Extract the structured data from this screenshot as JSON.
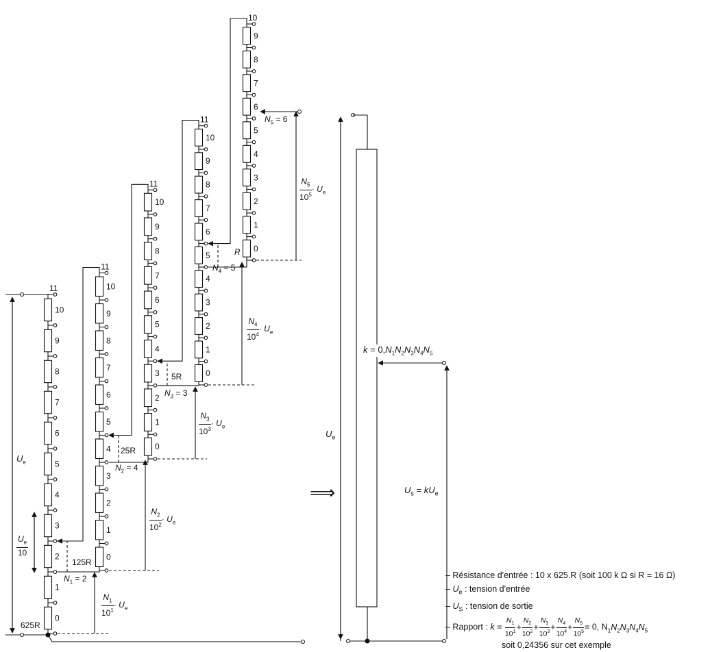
{
  "stages": [
    {
      "resistor_label": "625R",
      "top_index": "11",
      "digits": [
        "0",
        "1",
        "2",
        "3",
        "4",
        "5",
        "6",
        "7",
        "8",
        "9",
        "10"
      ],
      "selection": "N",
      "selection_sub": "1",
      "selection_value": "= 2",
      "frac_num": "N",
      "frac_num_sub": "1",
      "frac_den": "10",
      "frac_den_sup": "1",
      "ue": "U",
      "ue_sub": "e"
    },
    {
      "resistor_label": "125R",
      "top_index": "11",
      "digits": [
        "0",
        "1",
        "2",
        "3",
        "4",
        "5",
        "6",
        "7",
        "8",
        "9",
        "10"
      ],
      "selection": "N",
      "selection_sub": "2",
      "selection_value": "= 4",
      "frac_num": "N",
      "frac_num_sub": "2",
      "frac_den": "10",
      "frac_den_sup": "2",
      "ue": "U",
      "ue_sub": "e"
    },
    {
      "resistor_label": "25R",
      "top_index": "11",
      "digits": [
        "0",
        "1",
        "2",
        "3",
        "4",
        "5",
        "6",
        "7",
        "8",
        "9",
        "10"
      ],
      "selection": "N",
      "selection_sub": "3",
      "selection_value": "= 3",
      "frac_num": "N",
      "frac_num_sub": "3",
      "frac_den": "10",
      "frac_den_sup": "3",
      "ue": "U",
      "ue_sub": "e"
    },
    {
      "resistor_label": "5R",
      "top_index": "11",
      "digits": [
        "0",
        "1",
        "2",
        "3",
        "4",
        "5",
        "6",
        "7",
        "8",
        "9",
        "10"
      ],
      "selection": "N",
      "selection_sub": "4",
      "selection_value": "= 5",
      "frac_num": "N",
      "frac_num_sub": "4",
      "frac_den": "10",
      "frac_den_sup": "4",
      "ue": "U",
      "ue_sub": "e"
    },
    {
      "resistor_label": "R",
      "top_index": "10",
      "digits": [
        "0",
        "1",
        "2",
        "3",
        "4",
        "5",
        "6",
        "7",
        "8",
        "9"
      ],
      "selection": "N",
      "selection_sub": "5",
      "selection_value": "= 6",
      "frac_num": "N",
      "frac_num_sub": "5",
      "frac_den": "10",
      "frac_den_sup": "5",
      "ue": "U",
      "ue_sub": "e"
    }
  ],
  "left_ue": {
    "symbol": "U",
    "sub": "e"
  },
  "step_fraction": {
    "num": "U",
    "num_sub": "e",
    "den": "10"
  },
  "implies_symbol": "⟹",
  "right": {
    "ue": {
      "symbol": "U",
      "sub": "e"
    },
    "k_label": {
      "k": "k",
      "rest": "= 0,",
      "digits": [
        [
          "N",
          "1"
        ],
        [
          "N",
          "2"
        ],
        [
          "N",
          "3"
        ],
        [
          "N",
          "4"
        ],
        [
          "N",
          "5"
        ]
      ]
    },
    "us_label": {
      "u": "U",
      "sub": "s",
      "rest": "=",
      "k": "kU",
      "k_sub": "e"
    }
  },
  "legend": {
    "line1": "– Résistance d'entrée : 10 x 625.R (soit 100 k Ω si R = 16 Ω)",
    "line2_symbol": "U",
    "line2_sub": "e",
    "line2_text": " : tension d'entrée",
    "line3_symbol": "U",
    "line3_sub": "S",
    "line3_text": " : tension de sortie",
    "line4_prefix": "– Rapport : ",
    "line4_k": "k =",
    "line4_fracs": [
      [
        "N",
        "1",
        "10",
        "1"
      ],
      [
        "N",
        "2",
        "10",
        "2"
      ],
      [
        "N",
        "3",
        "10",
        "3"
      ],
      [
        "N",
        "4",
        "10",
        "4"
      ],
      [
        "N",
        "5",
        "10",
        "5"
      ]
    ],
    "line4_suffix": "= 0, N",
    "line4_tail": [
      "1",
      "N",
      "2",
      "N",
      "3",
      "N",
      "4",
      "N",
      "5"
    ],
    "line5": "soit 0,24356 sur cet exemple"
  }
}
